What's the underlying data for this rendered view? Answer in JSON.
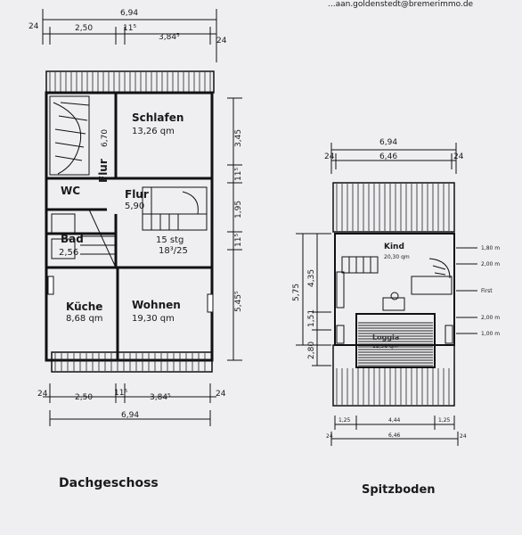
{
  "header": {
    "email_fragment": "...aan.goldenstedt@bremerimmo.de"
  },
  "dachgeschoss": {
    "title": "Dachgeschoss",
    "top_total": "6,94",
    "top_segments": [
      "24",
      "2,50",
      "11⁵",
      "3,84⁵",
      "24"
    ],
    "right_dims": [
      "3,45",
      "11⁵",
      "1,95",
      "11⁵",
      "5,45⁵"
    ],
    "rooms": {
      "schlafen": {
        "name": "Schlafen",
        "area": "13,26 qm"
      },
      "flur_upper": {
        "name": "Flur",
        "dim": "6,70"
      },
      "wc": {
        "name": "WC"
      },
      "flur": {
        "name": "Flur",
        "area": "5,90"
      },
      "bad": {
        "name": "Bad",
        "area": "2,56"
      },
      "stairs": {
        "line1": "15 stg",
        "line2": "18³/25"
      },
      "kueche": {
        "name": "Küche",
        "area": "8,68 qm"
      },
      "wohnen": {
        "name": "Wohnen",
        "area": "19,30 qm"
      }
    },
    "bottom_segments": [
      "24",
      "2,50",
      "11⁵",
      "3,84⁵",
      "24"
    ],
    "bottom_total": "6,94"
  },
  "spitzboden": {
    "title": "Spitzboden",
    "top_total": "6,94",
    "top_segments": [
      "24",
      "6,46",
      "24"
    ],
    "left_dims": [
      "5,75",
      "4,35",
      "1,51",
      "2,80"
    ],
    "rooms": {
      "kind": {
        "name": "Kind",
        "area": "20,30 qm"
      },
      "loggia": {
        "name": "Loggia",
        "area": "12,38 qm"
      }
    },
    "right_labels": [
      "1,80 m",
      "2,00 m",
      "First",
      "2,00 m",
      "1,00 m"
    ],
    "bottom_segments": [
      "1,25",
      "4,44",
      "1,25"
    ],
    "bottom_total_segments": [
      "24",
      "6,46",
      "24"
    ]
  }
}
